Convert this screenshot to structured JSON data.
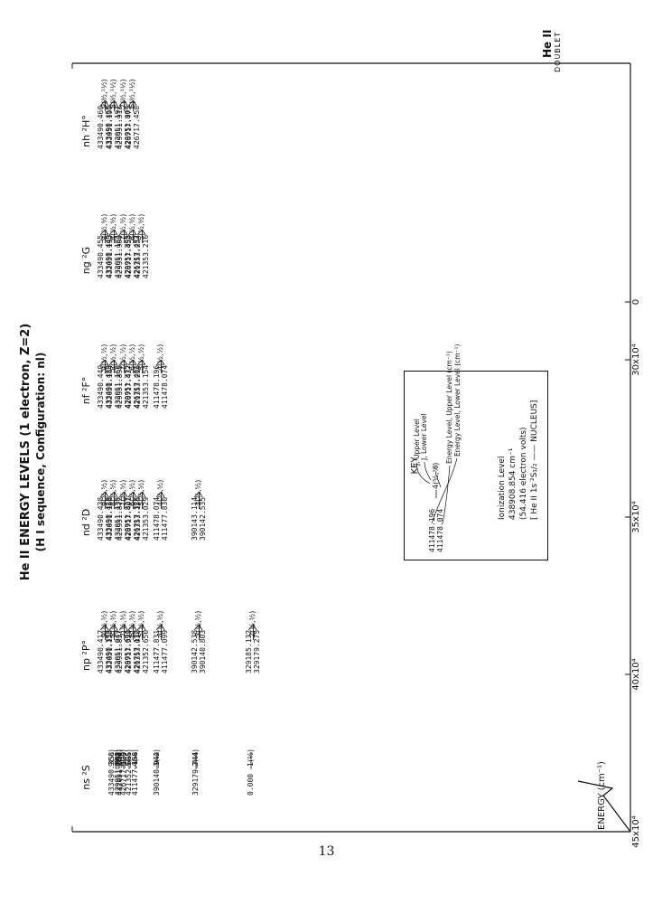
{
  "page": {
    "title": "He II ENERGY LEVELS (1 electron, Z=2)",
    "subtitle": "(H I sequence, Configuration: nl)",
    "corner_label": "He II",
    "corner_sub": "DOUBLET",
    "page_number": "13"
  },
  "axis": {
    "label": "ENERGY (cm⁻¹)",
    "ticks": [
      "45x10⁴",
      "40x10⁴",
      "35x10⁴",
      "30x10⁴",
      "0"
    ]
  },
  "columns": [
    {
      "header": "ns ²S",
      "groups": [
        {
          "values": [
            "433490.358",
            "432051.054"
          ],
          "labels": [
            "9(½)",
            "8(½)"
          ]
        },
        {
          "values": [
            "429951.702"
          ],
          "labels": [
            "7(½)"
          ]
        },
        {
          "values": [
            "426717.129"
          ],
          "labels": [
            "6(½)"
          ]
        },
        {
          "values": [
            "421352.685"
          ],
          "labels": [
            "5(½)"
          ]
        },
        {
          "values": [
            "411477.158"
          ],
          "labels": [
            "4(½)"
          ]
        },
        {
          "values": [
            "390140.942"
          ],
          "labels": [
            "3(½)"
          ]
        },
        {
          "values": [
            "329179.744"
          ],
          "labels": [
            "2(½)"
          ]
        },
        {
          "values": [
            "0.000"
          ],
          "labels": [
            "1(½)"
          ]
        }
      ]
    },
    {
      "header": "np ²P°",
      "groups": [
        {
          "values": [
            "433490.417",
            "433490.353"
          ],
          "labels": [
            "9(½,³⁄₂)"
          ]
        },
        {
          "values": [
            "432051.138",
            "432051.047"
          ],
          "labels": [
            "8(½,³⁄₂)"
          ]
        },
        {
          "values": [
            "429951.827",
            "429951.691"
          ],
          "labels": [
            "7(½,³⁄₂)"
          ]
        },
        {
          "values": [
            "426717.329",
            "426717.112"
          ],
          "labels": [
            "6(½,³⁄₂)"
          ]
        },
        {
          "values": [
            "421353.030",
            "421352.650"
          ],
          "labels": [
            "5(½,³⁄₂)"
          ]
        },
        {
          "values": [
            "411477.831",
            "411477.099"
          ],
          "labels": [
            "4(½,³⁄₂)"
          ]
        },
        {
          "values": [
            "390142.538",
            "390140.803"
          ],
          "labels": [
            "3(½,³⁄₂)"
          ]
        },
        {
          "values": [
            "329185.132",
            "329179.275"
          ],
          "labels": [
            "2(½,³⁄₂)"
          ]
        }
      ]
    },
    {
      "header": "nd ²D",
      "groups": [
        {
          "values": [
            "433490.438",
            "433490.418"
          ],
          "labels": [
            "9(³⁄₂,⁵⁄₂)"
          ]
        },
        {
          "values": [
            "432051.168",
            "432051.138"
          ],
          "labels": [
            "8(³⁄₂,⁵⁄₂)"
          ]
        },
        {
          "values": [
            "429951.872",
            "429951.827"
          ],
          "labels": [
            "7(³⁄₂,⁵⁄₂)"
          ]
        },
        {
          "values": [
            "426717.401",
            "426717.328"
          ],
          "labels": [
            "6(³⁄₂,⁵⁄₂)"
          ]
        },
        {
          "values": [
            "421353.156",
            "421353.029"
          ],
          "labels": [
            "5(³⁄₂,⁵⁄₂)"
          ]
        },
        {
          "values": [
            "411478.074",
            "411477.830"
          ],
          "labels": [
            "4(³⁄₂,⁵⁄₂)"
          ]
        },
        {
          "values": [
            "390143.114",
            "390142.535"
          ],
          "labels": [
            "3(³⁄₂,⁵⁄₂)"
          ]
        }
      ]
    },
    {
      "header": "nf ²F°",
      "groups": [
        {
          "values": [
            "433490.449",
            "433490.439"
          ],
          "labels": [
            "9(⁵⁄₂,⁷⁄₂)"
          ]
        },
        {
          "values": [
            "432051.184",
            "432051.168"
          ],
          "labels": [
            "8(⁵⁄₂,⁷⁄₂)"
          ]
        },
        {
          "values": [
            "429951.895",
            "429951.872"
          ],
          "labels": [
            "7(⁵⁄₂,⁷⁄₂)"
          ]
        },
        {
          "values": [
            "426717.437",
            "426717.401"
          ],
          "labels": [
            "6(⁵⁄₂,⁷⁄₂)"
          ]
        },
        {
          "values": [
            "421353.216",
            "421353.154"
          ],
          "labels": [
            "5(⁵⁄₂,⁷⁄₂)"
          ]
        },
        {
          "values": [
            "411478.196",
            "411478.074"
          ],
          "labels": [
            "4(⁵⁄₂,⁷⁄₂)"
          ]
        }
      ]
    },
    {
      "header": "ng ²G",
      "groups": [
        {
          "values": [
            "433490.455",
            "433490.449"
          ],
          "labels": [
            "9(⁷⁄₂,⁹⁄₂)"
          ]
        },
        {
          "values": [
            "432051.193",
            "432051.184"
          ],
          "labels": [
            "8(⁷⁄₂,⁹⁄₂)"
          ]
        },
        {
          "values": [
            "429951.909",
            "429951.895"
          ],
          "labels": [
            "7(⁷⁄₂,⁹⁄₂)"
          ]
        },
        {
          "values": [
            "426717.458",
            "426717.437"
          ],
          "labels": [
            "6(⁷⁄₂,⁹⁄₂)"
          ]
        },
        {
          "values": [
            "421353.254",
            "421353.216"
          ],
          "labels": [
            "5(⁷⁄₂,⁹⁄₂)"
          ]
        }
      ]
    },
    {
      "header": "nh ²H°",
      "groups": [
        {
          "values": [
            "433490.460",
            "433490.455"
          ],
          "labels": [
            "9(⁹⁄₂,¹¹⁄₂)"
          ]
        },
        {
          "values": [
            "432051.199",
            "432051.197"
          ],
          "labels": [
            "8(⁹⁄₂,¹¹⁄₂)"
          ]
        },
        {
          "values": [
            "429951.918",
            "429951.909"
          ],
          "labels": [
            "7(⁹⁄₂,¹¹⁄₂)"
          ]
        },
        {
          "values": [
            "426717.473",
            "426717.458"
          ],
          "labels": [
            "6(⁹⁄₂,¹¹⁄₂)"
          ]
        }
      ]
    }
  ],
  "key": {
    "title": "KEY",
    "example_values": [
      "411478.196",
      "411478.074"
    ],
    "example_label": "4(⁵⁄₂,⁷⁄₂)",
    "callouts": [
      "J, Upper Level",
      "J, Lower Level",
      "n",
      "Energy Level, Upper Level (cm⁻¹)",
      "Energy Level, Lower Level (cm⁻¹)"
    ],
    "ionization": [
      "Ionization Level",
      "438908.854 cm⁻¹",
      "(54.416 electron volts)",
      "[ He II 1s ²S₁/₂ —— NUCLEUS]"
    ]
  }
}
